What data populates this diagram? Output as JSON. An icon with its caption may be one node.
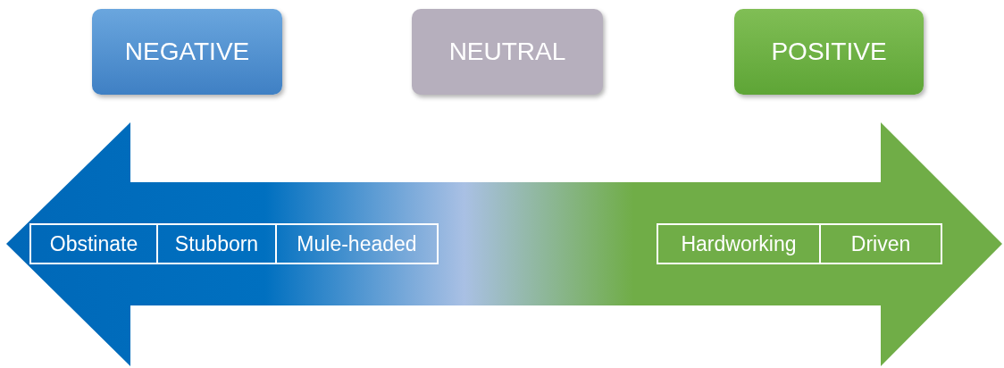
{
  "diagram": {
    "nodes": [
      {
        "text": [
          "NEGATIVE"
        ]
      },
      {
        "text": [
          "NEUTRAL"
        ]
      },
      {
        "text": [
          "POSITIVE"
        ]
      },
      {
        "text": [
          "Obstinate"
        ]
      },
      {
        "text": [
          "Stubborn"
        ]
      },
      {
        "text": [
          "Mule-headed"
        ]
      },
      {
        "text": [
          "Hardworking"
        ]
      },
      {
        "text": [
          "Driven"
        ]
      }
    ]
  }
}
